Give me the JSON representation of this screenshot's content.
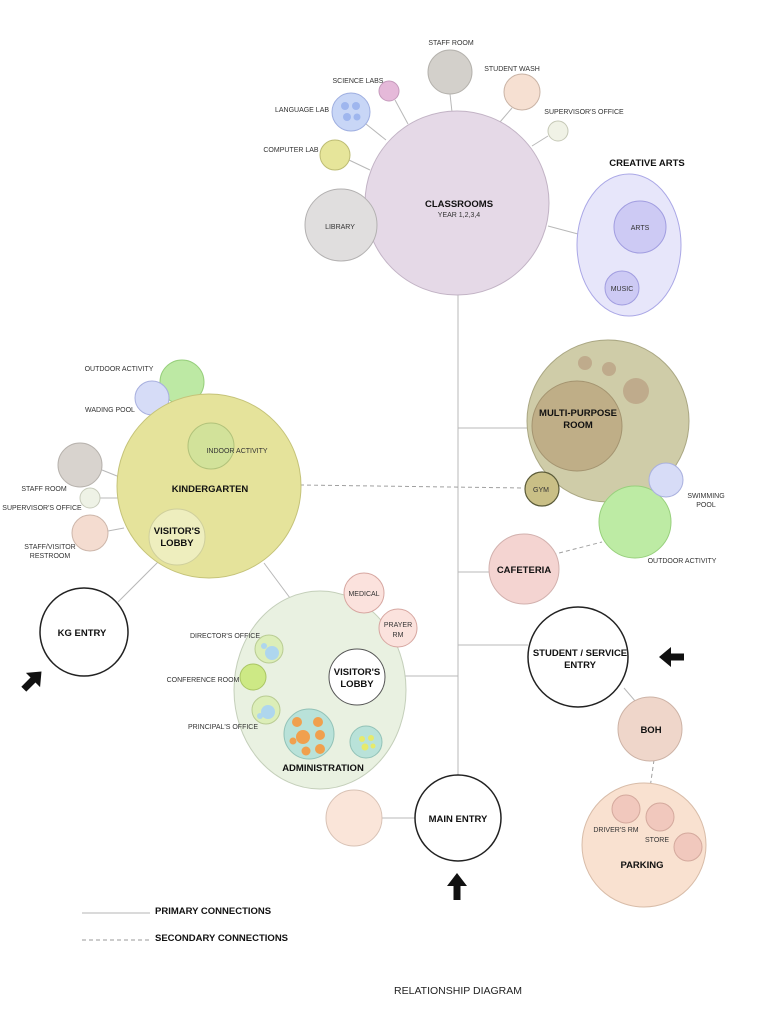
{
  "labels": {
    "staff_room": "STAFF ROOM",
    "student_wash": "STUDENT WASH",
    "science_labs": "SCIENCE LABS",
    "language_lab": "LANGUAGE LAB",
    "supervisors_office": "SUPERVISOR'S OFFICE",
    "computer_lab": "COMPUTER LAB",
    "classrooms": "CLASSROOMS",
    "classrooms_sub": "YEAR 1,2,3,4",
    "library": "LIBRARY",
    "creative_arts": "CREATIVE ARTS",
    "arts": "ARTS",
    "music": "MUSIC",
    "outdoor_activity_kg": "OUTDOOR ACTIVITY",
    "wading_pool": "WADING POOL",
    "indoor_activity": "INDOOR ACTIVITY",
    "kindergarten": "KINDERGARTEN",
    "kg_staff_room": "STAFF ROOM",
    "kg_supervisors_office": "SUPERVISOR'S OFFICE",
    "kg_visitors_lobby_1": "VISITOR'S",
    "kg_visitors_lobby_2": "LOBBY",
    "staff_restroom_1": "STAFF/VISITOR",
    "staff_restroom_2": "RESTROOM",
    "kg_entry": "KG ENTRY",
    "multi_purpose_1": "MULTI-PURPOSE",
    "multi_purpose_2": "ROOM",
    "gym": "GYM",
    "swimming_pool_1": "SWIMMING",
    "swimming_pool_2": "POOL",
    "outdoor_activity": "OUTDOOR ACTIVITY",
    "cafeteria": "CAFETERIA",
    "medical": "MEDICAL",
    "prayer_rm_1": "PRAYER",
    "prayer_rm_2": "RM",
    "directors_office": "DIRECTOR'S OFFICE",
    "admin_visitors_lobby_1": "VISITOR'S",
    "admin_visitors_lobby_2": "LOBBY",
    "conference_room": "CONFERENCE ROOM",
    "principals_office": "PRINCIPAL'S OFFICE",
    "administration": "ADMINISTRATION",
    "student_entry_1": "STUDENT / SERVICE",
    "student_entry_2": "ENTRY",
    "boh": "BOH",
    "main_entry": "MAIN ENTRY",
    "drivers_rm": "DRIVER'S RM",
    "store": "STORE",
    "parking": "PARKING"
  },
  "legend": {
    "primary": "PRIMARY CONNECTIONS",
    "secondary": "SECONDARY CONNECTIONS"
  },
  "caption": "RELATIONSHIP DIAGRAM",
  "colors": {
    "classrooms": "#e4d8e6",
    "kindergarten": "#e4e39a",
    "creative_arts": "#e6e6fa",
    "multi_purpose": "#c9c69f",
    "administration": "#e8f0df",
    "cafeteria": "#f3d3d0",
    "parking": "#f9e0cf",
    "boh": "#efd6c9",
    "primary_line": "#b5b5b5",
    "secondary_line": "#a0a0a0"
  }
}
